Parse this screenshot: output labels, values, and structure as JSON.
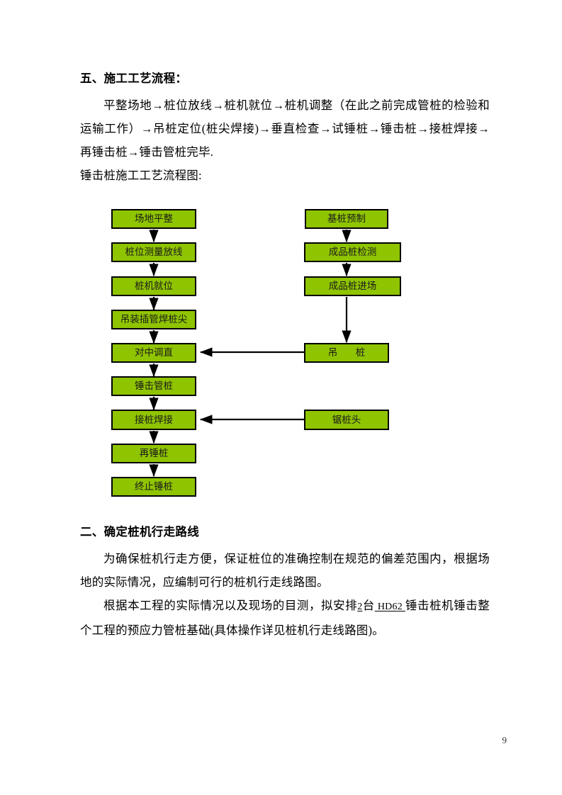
{
  "document": {
    "page_number": "9",
    "section_one": {
      "heading": "五、施工工艺流程：",
      "paragraph": "平整场地→桩位放线→桩机就位→桩机调整（在此之前完成管桩的检验和运输工作）→吊桩定位(桩尖焊接)→垂直检查→试锤桩→锤击桩→接桩焊接→再锤击桩→锤击管桩完毕.",
      "chart_caption": "锤击桩施工工艺流程图:"
    },
    "section_two": {
      "heading": "二、确定桩机行走路线",
      "paragraph_1": "为确保桩机行走方便，保证桩位的准确控制在规范的偏差范围内，根据场地的实际情况，应编制可行的桩机行走线路图。",
      "paragraph_2_before": "根据本工程的实际情况以及现场的目测，拟安排",
      "paragraph_2_qty": "2",
      "paragraph_2_unit": "台",
      "paragraph_2_model": "HD62",
      "paragraph_2_after": "锤击桩机锤击整个工程的预应力管桩基础(具体操作详见桩机行走线路图)。"
    }
  },
  "flowchart": {
    "box_color": "#8FC400",
    "border_color": "#000000",
    "left_column": [
      {
        "label": "场地平整"
      },
      {
        "label": "桩位测量放线"
      },
      {
        "label": "桩机就位"
      },
      {
        "label": "吊装插管焊桩尖"
      },
      {
        "label": "对中调直"
      },
      {
        "label": "锤击管桩"
      },
      {
        "label": "接桩焊接"
      },
      {
        "label": "再锤桩"
      },
      {
        "label": "终止锤桩"
      }
    ],
    "right_column": [
      {
        "label": "基桩预制"
      },
      {
        "label": "成品桩检测"
      },
      {
        "label": "成品桩进场"
      },
      {
        "label": "吊　桩"
      },
      {
        "label": "锯桩头"
      }
    ]
  }
}
